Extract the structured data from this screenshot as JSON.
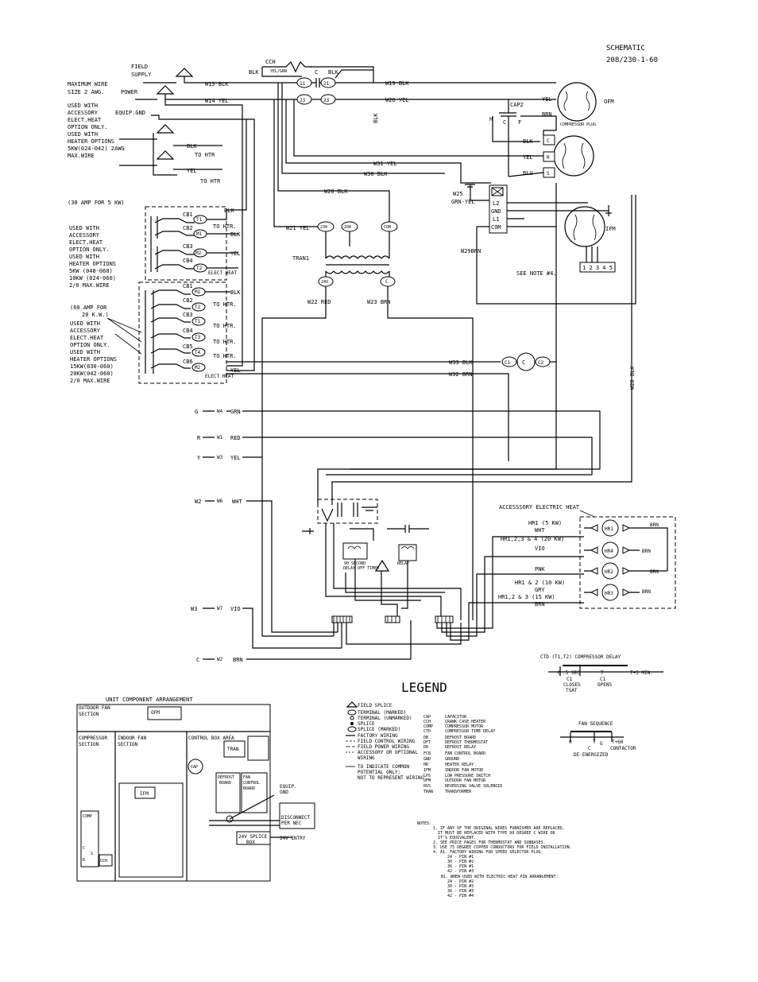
{
  "header": {
    "title": "SCHEMATIC",
    "subtitle": "208/230-1-60"
  },
  "supply": {
    "field_supply": "FIELD",
    "field_supply2": "SUPPLY",
    "max_wire": "MAXIMUM WIRE",
    "size": "SIZE 2 AWG.",
    "power": "POWER",
    "used_with": [
      "USED WITH",
      "ACCESSORY",
      "ELECT.HEAT",
      "OPTION ONLY.",
      "USED WITH",
      "HEATER OPTIONS",
      "5KW(024-042) 2AWG",
      "MAX.WIRE"
    ],
    "equip_gnd": "EQUIP.GND",
    "blk": "BLK",
    "yel": "YEL",
    "to_htr": "TO HTR",
    "to_htr2": "TO HTR"
  },
  "wires": {
    "w13": "W13 BLK",
    "w14": "W14 YEL",
    "w19": "W19 BLK",
    "w26": "W26 YEL",
    "w31": "W31 YEL",
    "w30": "W30 BLK",
    "w20": "W20 BLK",
    "w21": "W21 YEL",
    "w25": "W25",
    "grn_yel": "GRN-YEL",
    "w29": "W29BRN",
    "w22": "W22 RED",
    "w23": "W23 BRN",
    "w33": "W33 BLK",
    "w32": "W32 BRN",
    "w28": "W28 BLK",
    "w4": "W4",
    "grn": "GRN",
    "w1": "W1",
    "red": "RED",
    "w3": "W3",
    "yel": "YEL",
    "w6": "W6",
    "wht": "WHT",
    "w7": "W7",
    "vio": "VIO",
    "w2": "W2",
    "brn": "BRN",
    "blk_vert": "BLK"
  },
  "terminals": {
    "g": "G",
    "r": "R",
    "y": "Y",
    "w2": "W2",
    "w3": "W3",
    "c": "C"
  },
  "contactor": {
    "cch": "CCH",
    "blk1": "BLK",
    "yel_grn": "YEL/GRN",
    "c": "C",
    "blk2": "BLK",
    "t11": "11",
    "t21": "21",
    "t23": "23",
    "t23b": "23"
  },
  "motors": {
    "ofm": "OFM",
    "cap2": "CAP2",
    "h": "H",
    "c": "C",
    "f": "F",
    "yel": "YEL",
    "brn": "BRN",
    "comp_plug": "COMPRESSOR PLUG",
    "c_term": "C",
    "r_term": "R",
    "s_term": "S",
    "yel2": "YEL",
    "blk2": "BLK",
    "blu": "BLU",
    "ifm": "IFM",
    "l2": "L2",
    "gnd": "GND",
    "l1": "L1",
    "com": "COM",
    "pins": "1 2 3 4 5",
    "see_note": "SEE NOTE #4."
  },
  "transformer": {
    "label": "TRAN1",
    "t230": "230",
    "t208": "208",
    "com": "COM",
    "t24v": "24V",
    "c": "C"
  },
  "breakers": {
    "amp30": "(30 AMP FOR 5 KW)",
    "used_with_a": [
      "USED WITH",
      "ACCESSORY",
      "ELECT.HEAT",
      "OPTION ONLY.",
      "USED WITH",
      "HEATER OPTIONS",
      "5KW (048-060)",
      "10KW (024-060)",
      "2/0 MAX.WIRE"
    ],
    "amp60": "(60 AMP FOR",
    "amp60b": "20 K.W.)",
    "used_with_b": [
      "USED WITH",
      "ACCESSORY",
      "ELECT.HEAT",
      "OPTION ONLY.",
      "USED WITH",
      "HEATER OPTIONS",
      "15KW(030-060)",
      "20KW(042-060)",
      "2/0 MAX.WIRE"
    ],
    "cb1": "CB1",
    "cb2": "CB2",
    "cb3": "CB3",
    "cb4": "CB4",
    "cb5": "CB5",
    "cb6": "CB6",
    "t1": "T1",
    "m1": "M1",
    "m2": "M2",
    "t2": "T2",
    "t3": "T3",
    "t4": "T4",
    "to_htr": "TO HTR.",
    "elect_heat": "ELECT HEAT",
    "blk": "BLK",
    "yel": "YEL"
  },
  "capacitor": {
    "c1": "C1",
    "c": "C",
    "c2": "C2"
  },
  "heat": {
    "title": "ACCESSSORY ELECTRIC HEAT",
    "hr1_5": "HR1 (5 KW)",
    "wht": "WHT",
    "hr1234": "HR1,2,3 & 4 (20 KW)",
    "vio": "VIO",
    "pnk": "PNK",
    "hr12": "HR1 & 2 (10 KW)",
    "gry": "GRY",
    "hr123": "HR1,2 & 3 (15 KW)",
    "brn": "BRN",
    "hr1": "HR1",
    "hr4": "HR4",
    "hr2": "HR2",
    "hr3": "HR3"
  },
  "board": {
    "delay": "90 SECOND",
    "delay2": "DELAY OFF TIMER",
    "relay": "RELAY"
  },
  "ctd": {
    "title": "CTD (T1,T2)  COMPRESSOR DELAY",
    "t0": "0",
    "t5": ".5 SEC",
    "t": "T",
    "t5min": "T+5 MIN.",
    "c1": "C1",
    "closes": "CLOSES",
    "tsat": "TSAT",
    "c1b": "C1",
    "opens": "OPENS"
  },
  "fan_seq": {
    "title": "FAN SEQUENCE",
    "zero": "0",
    "t": "T",
    "t60": "T+60",
    "c": "C",
    "g": "G",
    "contactor": "CONTACTOR",
    "deenergized": "DE-ENERGIZED"
  },
  "legend": {
    "title": "LEGEND",
    "symbols": [
      "FIELD SPLICE",
      "TERMINAL (MARKED)",
      "TERMINAL (UNMARKED)",
      "SPLICE",
      "SPLICE (MARKED)",
      "FACTORY WIRING",
      "FIELD CONTROL WIRING",
      "FIELD POWER WIRING",
      "ACCESSORY OR OPTIONAL",
      "WIRING",
      "TO INDICATE COMMON",
      "POTENTIAL ONLY:",
      "NOT TO REPRESENT WIRING"
    ],
    "abbr": [
      [
        "CAP",
        "CAPACITOR"
      ],
      [
        "CCH",
        "CRANK CASE HEATER"
      ],
      [
        "COMP",
        "COMPRESSOR MOTOR"
      ],
      [
        "CTD",
        "COMPRESSOR TIME DELAY"
      ],
      [
        "DB",
        "DEFROST BOARD"
      ],
      [
        "DFT",
        "DEFROST THERMOSTAT"
      ],
      [
        "DR",
        "DEFROST RELAY"
      ],
      [
        "FCB",
        "FAN CONTROL BOARD"
      ],
      [
        "GND",
        "GROUND"
      ],
      [
        "HR",
        "HEATER RELAY"
      ],
      [
        "IFM",
        "INDOOR FAN MOTOR"
      ],
      [
        "LPS",
        "LOW PRESSURE SWITCH"
      ],
      [
        "OFM",
        "OUTDOOR FAN MOTOR"
      ],
      [
        "RVS",
        "REVERSING VALVE SOLENOID"
      ],
      [
        "TRAN",
        "TRANSFORMER"
      ]
    ]
  },
  "arrangement": {
    "title": "UNIT COMPONENT ARRANGEMENT",
    "outdoor_fan": "OUTDOOR FAN",
    "section": "SECTION",
    "ofm": "OFM",
    "compressor": "COMPRESSOR",
    "indoor_fan": "INDOOR FAN",
    "control_box": "CONTROL BOX AREA",
    "tran": "TRAN",
    "cap": "CAP",
    "defrost": "DEFROST",
    "board": "BOARD",
    "fan": "FAN",
    "control": "CONTROL",
    "board2": "BOARD",
    "ifm": "IFM",
    "comp": "COMP",
    "c": "C",
    "s": "S",
    "r": "R",
    "cch": "CCH",
    "equip": "EQUIP.",
    "gnd": "GND",
    "disconnect": "DISCONNECT",
    "per_nec": "PER NEC",
    "splice": "24V SPLICE",
    "box": "BOX",
    "entry": "24V ENTRY"
  },
  "notes": {
    "title": "NOTES:",
    "lines": [
      "1. IF ANY OF THE ORIGINAL WIRES FURNISHED ARE REPLACED,",
      "IT MUST BE REPLACED WITH TYPE 90 DEGREE C WIRE OR",
      "IT'S EQUIVALENT.",
      "2. SEE PRICE PAGES FOR THERMOSTAT AND SUBBASES.",
      "3. USE 75 DEGREE COPPER CONDUCTORS FOR FIELD INSTALLATION.",
      "4. A1. FACTORY WIRING FOR SPEED SELECTOR PLUG:",
      "24 - PIN #1",
      "30 - PIN #2",
      "36 - PIN #1",
      "42 - PIN #3",
      "B1. WHEN USED WITH ELECTRIC HEAT PIN ARRANGEMENT:",
      "24 - PIN #2",
      "30 - PIN #3",
      "36 - PIN #3",
      "42 - PIN #4"
    ]
  }
}
